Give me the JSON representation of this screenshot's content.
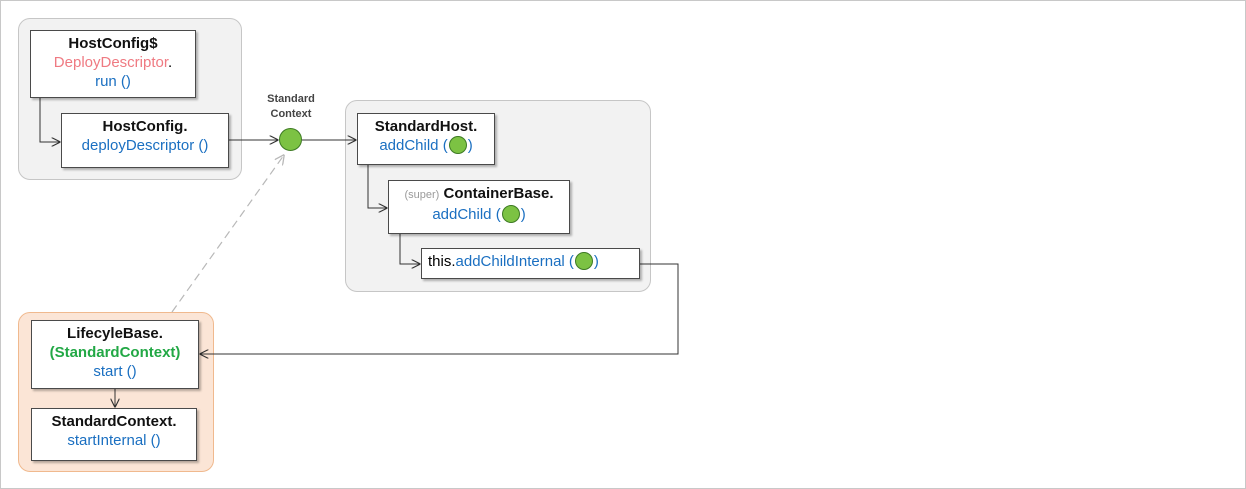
{
  "context_node": {
    "label": "Standard\nContext",
    "label_lines": [
      "Standard",
      "Context"
    ]
  },
  "boxes": {
    "hostconfig_deploy_descriptor_run": {
      "class": "HostConfig$",
      "inner": "DeployDescriptor",
      "dot": ".",
      "method": "run ()"
    },
    "hostconfig_deploy_descriptor": {
      "class": "HostConfig.",
      "method": "deployDescriptor ()"
    },
    "standardhost_add_child": {
      "class": "StandardHost.",
      "method_prefix": "addChild (",
      "method_suffix": ")"
    },
    "containerbase_add_child": {
      "qualifier": "(super)",
      "class": "ContainerBase.",
      "method_prefix": "addChild (",
      "method_suffix": ")"
    },
    "add_child_internal": {
      "receiver": "this.",
      "method_prefix": "addChildInternal (",
      "method_suffix": ")"
    },
    "lifecyclebase_start": {
      "class": "LifecyleBase.",
      "type": "(StandardContext)",
      "method": "start ()"
    },
    "standardcontext_start_internal": {
      "class": "StandardContext.",
      "method": "startInternal ()"
    }
  },
  "colors": {
    "method": "#1a6fc1",
    "inner_class": "#ef7a82",
    "type_highlight": "#22a845",
    "context_dot": "#7cc243",
    "group_gray": "#f2f2f2",
    "group_orange": "#fbe5d6"
  }
}
